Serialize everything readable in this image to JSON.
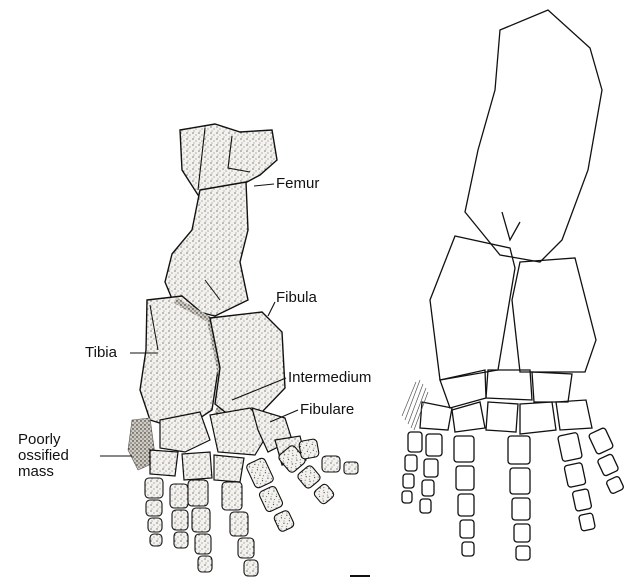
{
  "labels": {
    "femur": "Femur",
    "fibula": "Fibula",
    "tibia": "Tibia",
    "intermedium": "Intermedium",
    "fibulare": "Fibulare",
    "poorly_ossified_mass": [
      "Poorly",
      "ossified",
      "mass"
    ]
  },
  "colors": {
    "ink": "#111111",
    "bone_fill": "#f3f1ec",
    "paper": "#ffffff"
  }
}
